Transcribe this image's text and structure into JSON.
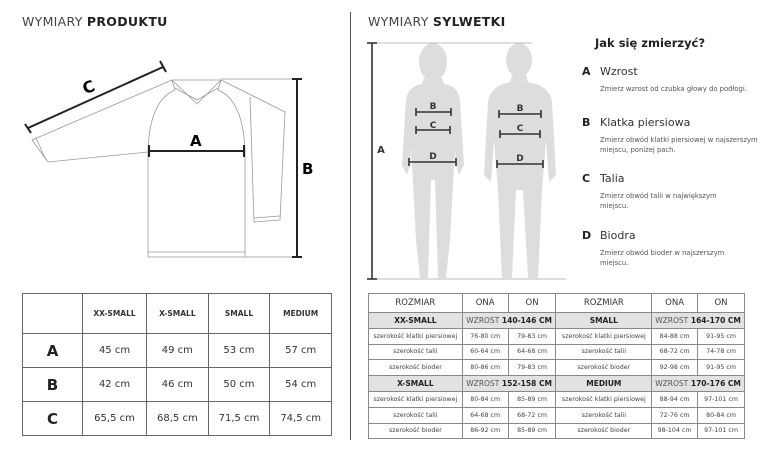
{
  "product": {
    "title_light": "WYMIARY",
    "title_bold": "PRODUKTU",
    "diagram_labels": {
      "a": "A",
      "b": "B",
      "c": "C"
    },
    "table": {
      "headers": [
        "",
        "XX-SMALL",
        "X-SMALL",
        "SMALL",
        "MEDIUM"
      ],
      "rows": [
        {
          "label": "A",
          "values": [
            "45 cm",
            "49 cm",
            "53 cm",
            "57 cm"
          ]
        },
        {
          "label": "B",
          "values": [
            "42 cm",
            "46 cm",
            "50 cm",
            "54 cm"
          ]
        },
        {
          "label": "C",
          "values": [
            "65,5 cm",
            "68,5 cm",
            "71,5 cm",
            "74,5 cm"
          ]
        }
      ]
    }
  },
  "body": {
    "title_light": "WYMIARY",
    "title_bold": "SYLWETKI",
    "diagram_labels": {
      "a": "A",
      "b": "B",
      "c": "C",
      "d": "D"
    },
    "how_to": {
      "title": "Jak się zmierzyć?",
      "steps": [
        {
          "letter": "A",
          "name": "Wzrost",
          "desc": "Zmierz wzrost od czubka głowy do podłogi."
        },
        {
          "letter": "B",
          "name": "Klatka piersiowa",
          "desc": "Zmierz obwód klatki piersiowej w najszerszym miejscu, poniżej pach."
        },
        {
          "letter": "C",
          "name": "Talia",
          "desc": "Zmierz obwód talii w największym miejscu."
        },
        {
          "letter": "D",
          "name": "Biodra",
          "desc": "Zmierz obwód bioder w najszerszym miejscu."
        }
      ]
    },
    "table": {
      "headers": [
        "ROZMIAR",
        "ONA",
        "ON",
        "ROZMIAR",
        "ONA",
        "ON"
      ],
      "height_label": "WZROST",
      "groups": [
        {
          "left": {
            "size": "XX-SMALL",
            "height": "140-146 CM"
          },
          "right": {
            "size": "SMALL",
            "height": "164-170 CM"
          },
          "rows": [
            [
              "szerokość klatki piersiowej",
              "76-80 cm",
              "79-83 cm",
              "szerokość klatki piersiowej",
              "84-88 cm",
              "91-95 cm"
            ],
            [
              "szerokość talii",
              "60-64 cm",
              "64-68 cm",
              "szerokość talii",
              "68-72 cm",
              "74-78 cm"
            ],
            [
              "szerokość bioder",
              "80-86 cm",
              "79-83 cm",
              "szerokość bioder",
              "92-98 cm",
              "91-95 cm"
            ]
          ]
        },
        {
          "left": {
            "size": "X-SMALL",
            "height": "152-158 CM"
          },
          "right": {
            "size": "MEDIUM",
            "height": "170-176 CM"
          },
          "rows": [
            [
              "szerokość klatki piersiowej",
              "80-84 cm",
              "85-89 cm",
              "szerokość klatki piersiowej",
              "88-94 cm",
              "97-101 cm"
            ],
            [
              "szerokość talii",
              "64-68 cm",
              "68-72 cm",
              "szerokość talii",
              "72-76 cm",
              "80-84 cm"
            ],
            [
              "szerokość bioder",
              "86-92 cm",
              "85-89 cm",
              "szerokość bioder",
              "98-104 cm",
              "97-101 cm"
            ]
          ]
        }
      ]
    }
  }
}
